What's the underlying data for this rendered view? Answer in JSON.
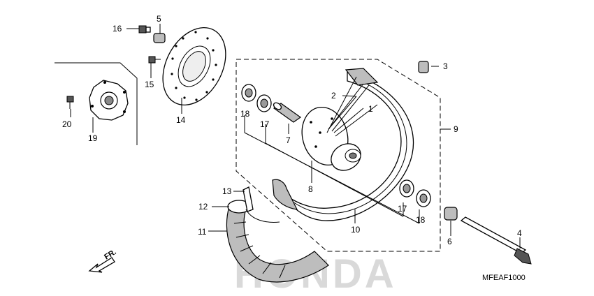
{
  "diagram": {
    "code": "MFEAF1000",
    "direction_label": "FR.",
    "watermark": "HONDA",
    "callouts": [
      {
        "id": "1",
        "label": "1"
      },
      {
        "id": "2",
        "label": "2"
      },
      {
        "id": "3",
        "label": "3"
      },
      {
        "id": "4",
        "label": "4"
      },
      {
        "id": "5",
        "label": "5"
      },
      {
        "id": "6",
        "label": "6"
      },
      {
        "id": "7",
        "label": "7"
      },
      {
        "id": "8",
        "label": "8"
      },
      {
        "id": "9",
        "label": "9"
      },
      {
        "id": "10",
        "label": "10"
      },
      {
        "id": "11",
        "label": "11"
      },
      {
        "id": "12",
        "label": "12"
      },
      {
        "id": "13",
        "label": "13"
      },
      {
        "id": "14",
        "label": "14"
      },
      {
        "id": "15",
        "label": "15"
      },
      {
        "id": "16",
        "label": "16"
      },
      {
        "id": "17a",
        "label": "17"
      },
      {
        "id": "17b",
        "label": "17"
      },
      {
        "id": "18a",
        "label": "18"
      },
      {
        "id": "18b",
        "label": "18"
      },
      {
        "id": "19",
        "label": "19"
      },
      {
        "id": "20",
        "label": "20"
      }
    ]
  }
}
